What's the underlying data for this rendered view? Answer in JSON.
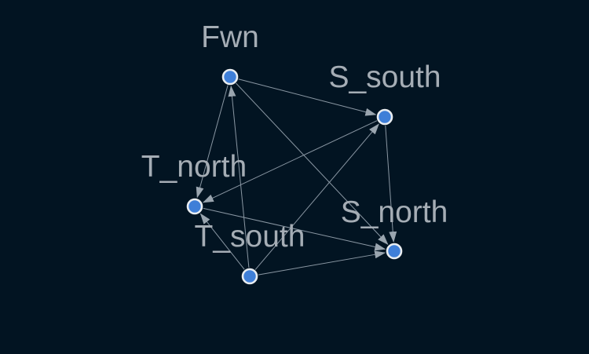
{
  "graph": {
    "background_color": "#021422",
    "node_fill_color": "#3f7fd8",
    "node_stroke_color": "#e9edf1",
    "edge_color": "#8a97a3",
    "label_color": "#a5adb5",
    "nodes": [
      {
        "id": "fwn",
        "label": "Fwn"
      },
      {
        "id": "s_south",
        "label": "S_south"
      },
      {
        "id": "t_north",
        "label": "T_north"
      },
      {
        "id": "s_north",
        "label": "S_north"
      },
      {
        "id": "t_south",
        "label": "T_south"
      }
    ],
    "edges": [
      {
        "from": "fwn",
        "to": "s_south"
      },
      {
        "from": "fwn",
        "to": "t_north"
      },
      {
        "from": "fwn",
        "to": "s_north"
      },
      {
        "from": "s_south",
        "to": "t_north"
      },
      {
        "from": "s_south",
        "to": "s_north"
      },
      {
        "from": "t_north",
        "to": "s_north"
      },
      {
        "from": "t_south",
        "to": "fwn"
      },
      {
        "from": "t_south",
        "to": "t_north"
      },
      {
        "from": "t_south",
        "to": "s_south"
      },
      {
        "from": "t_south",
        "to": "s_north"
      }
    ]
  }
}
